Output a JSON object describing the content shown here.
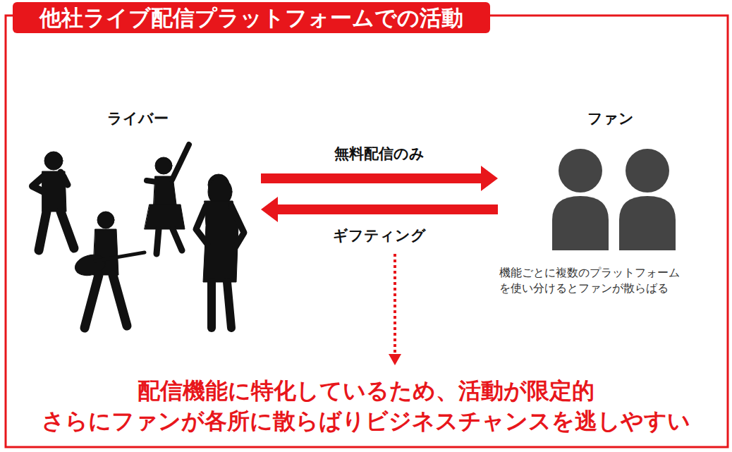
{
  "diagram": {
    "title": "他社ライブ配信プラットフォームでの活動",
    "nodes": [
      {
        "text": [
          "ライバー"
        ]
      },
      {
        "text": [
          "ファン",
          "機能ごとに複数のプラットフォーム を使い分けるとファンが散らばる"
        ]
      }
    ],
    "edges": [
      {
        "from": 0,
        "to": 1,
        "label": "無料配信のみ",
        "arrow": "to"
      },
      {
        "from": 1,
        "to": 0,
        "label": "ギフティング",
        "arrow": "to"
      }
    ],
    "labels": [
      "配信機能に特化しているため、活動が限定的",
      "さらにファンが各所に散らばりビジネスチャンスを逃しやすい"
    ]
  }
}
